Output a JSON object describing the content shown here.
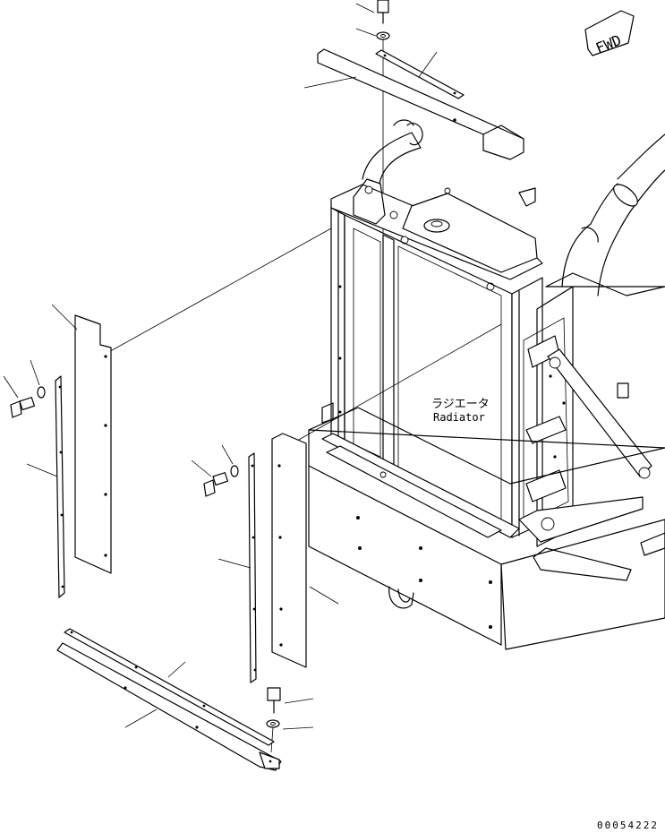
{
  "direction_marker": {
    "text": "FWD"
  },
  "label": {
    "japanese": "ラジエータ",
    "english": "Radiator"
  },
  "figure_number": "00054222"
}
